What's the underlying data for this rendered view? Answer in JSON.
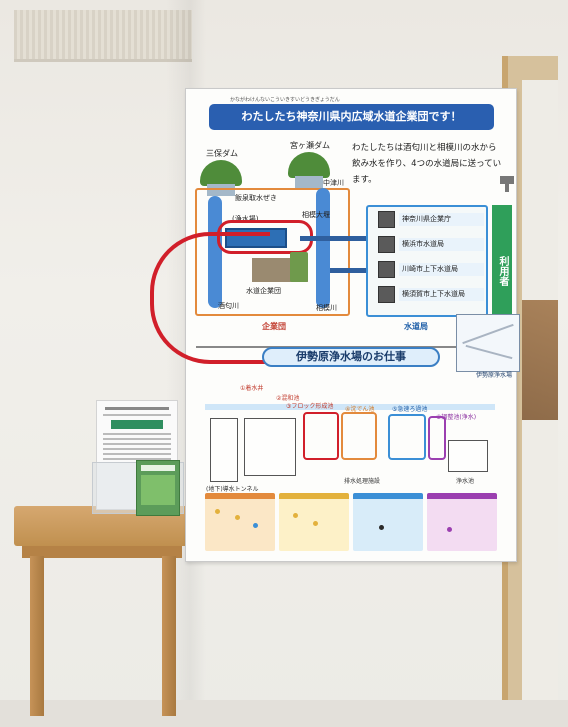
{
  "poster": {
    "banner_title": "わたしたち神奈川県内広域水道企業団です！",
    "banner_ruby": "かながわけんないこういきすいどうきぎょうだん",
    "description": "わたしたちは酒匂川と相模川の水から飲み水を作り、4つの水道局に送っています。",
    "labels": {
      "dam_1": "三保ダム",
      "dam_2": "宮ヶ瀬ダム",
      "intake": "飯泉取水ぜき",
      "river_1": "中津川",
      "weir": "相模大堰",
      "plant": "(浄水場)",
      "company": "水道企業団",
      "river_sakawa": "酒匂川",
      "river_sagami": "相模川",
      "org_caption": "企業団",
      "bureau_caption": "水道局",
      "users": "利用者"
    },
    "bureaus": [
      "神奈川県企業庁",
      "横浜市水道局",
      "川崎市上下水道局",
      "横須賀市上下水道局"
    ],
    "lower_title": "伊勢原浄水場のお仕事",
    "map_label": "伊勢原浄水場",
    "steps": [
      "①着水井",
      "②混和池",
      "③フロック形成池",
      "④沈でん池",
      "⑤急速ろ過池",
      "⑥調整池(浄水)"
    ],
    "flow_labels": {
      "tunnel": "(地下)導水トンネル",
      "sludge": "排水処理施設",
      "treated": "浄水池"
    }
  },
  "colors": {
    "banner": "#2a5fb0",
    "highlight_red": "#d11f2a",
    "org_orange": "#e38a3c",
    "bureau_blue": "#3b8fd6",
    "users_green": "#2f9f5a"
  }
}
